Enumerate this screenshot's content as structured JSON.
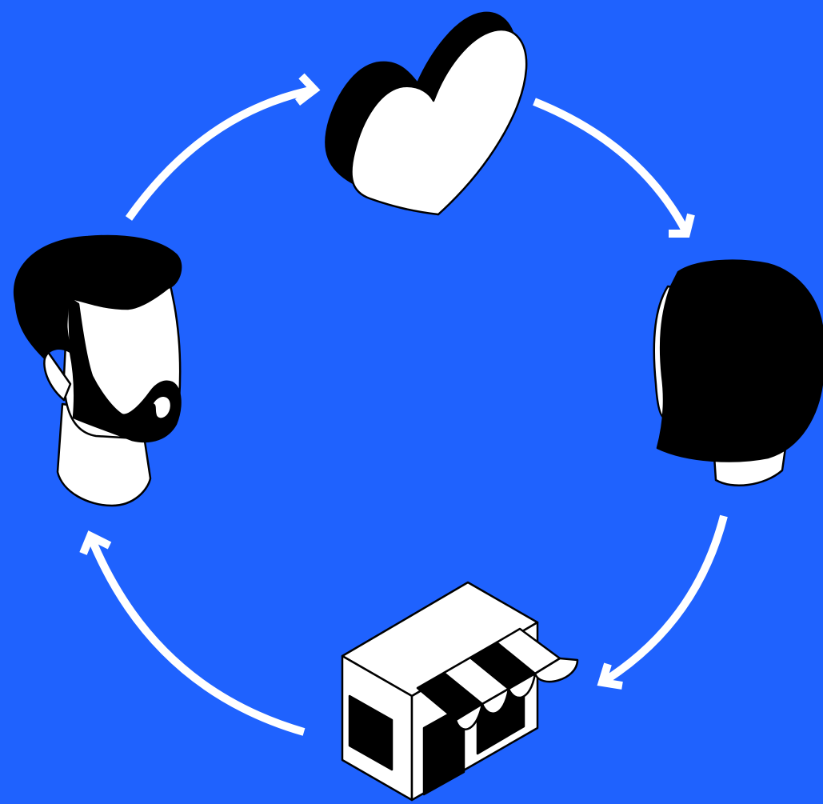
{
  "colors": {
    "background": "#1f62fe",
    "ink": "#000000",
    "fill": "#ffffff",
    "arrow": "#ffffff"
  },
  "nodes": [
    {
      "name": "heart",
      "icon": "heart-icon"
    },
    {
      "name": "woman-head",
      "icon": "woman-head-icon"
    },
    {
      "name": "storefront",
      "icon": "storefront-icon"
    },
    {
      "name": "man-head",
      "icon": "bearded-man-head-icon"
    }
  ],
  "cycle": [
    "heart",
    "woman-head",
    "storefront",
    "man-head"
  ]
}
